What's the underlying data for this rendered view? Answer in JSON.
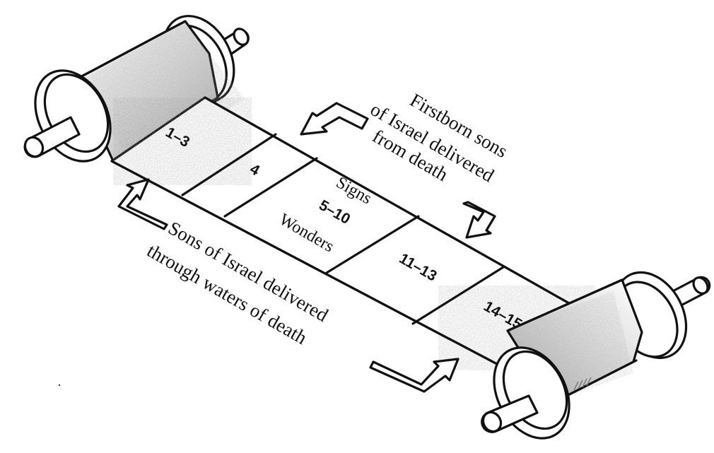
{
  "scroll": {
    "segments": [
      {
        "label": "1–3"
      },
      {
        "label": "4"
      },
      {
        "label": "5–10",
        "top_word": "Signs",
        "bottom_word": "Wonders"
      },
      {
        "label": "11–13"
      },
      {
        "label": "14–15"
      }
    ]
  },
  "annotations": {
    "top": [
      "Firstborn sons",
      "of Israel delivered",
      "from death"
    ],
    "bottom": [
      "Sons of Israel delivered",
      "through waters of death"
    ]
  },
  "colors": {
    "ink": "#111111",
    "stipple": "#9a9a9a",
    "paper": "#ffffff"
  }
}
